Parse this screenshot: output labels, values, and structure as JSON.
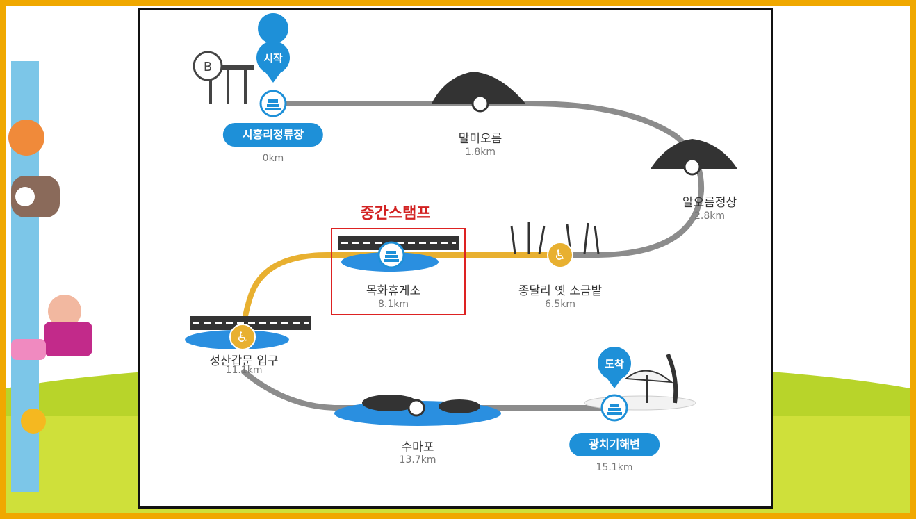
{
  "colors": {
    "border": "#f0a800",
    "route_gray": "#8c8c8c",
    "route_yellow": "#e8b030",
    "accent_blue": "#1e90d8",
    "stamp_red": "#d22222",
    "water": "#2a8fe0"
  },
  "start_pin": "시작",
  "end_pin": "도착",
  "stamp_label": "중간스탬프",
  "stops": [
    {
      "name": "시흥리정류장",
      "distance": "0km",
      "type": "start",
      "icon": "stamp-icon"
    },
    {
      "name": "말미오름",
      "distance": "1.8km",
      "type": "normal",
      "icon": "oreum-icon"
    },
    {
      "name": "알오름정상",
      "distance": "2.8km",
      "type": "normal",
      "icon": "oreum-icon"
    },
    {
      "name": "종달리 옛 소금밭",
      "distance": "6.5km",
      "type": "accessible",
      "icon": "wheelchair-icon"
    },
    {
      "name": "목화휴게소",
      "distance": "8.1km",
      "type": "stamp",
      "icon": "stamp-icon"
    },
    {
      "name": "성산갑문 입구",
      "distance": "11.1km",
      "type": "accessible",
      "icon": "wheelchair-icon"
    },
    {
      "name": "수마포",
      "distance": "13.7km",
      "type": "normal",
      "icon": "rock-icon"
    },
    {
      "name": "광치기해변",
      "distance": "15.1km",
      "type": "end",
      "icon": "stamp-icon"
    }
  ]
}
